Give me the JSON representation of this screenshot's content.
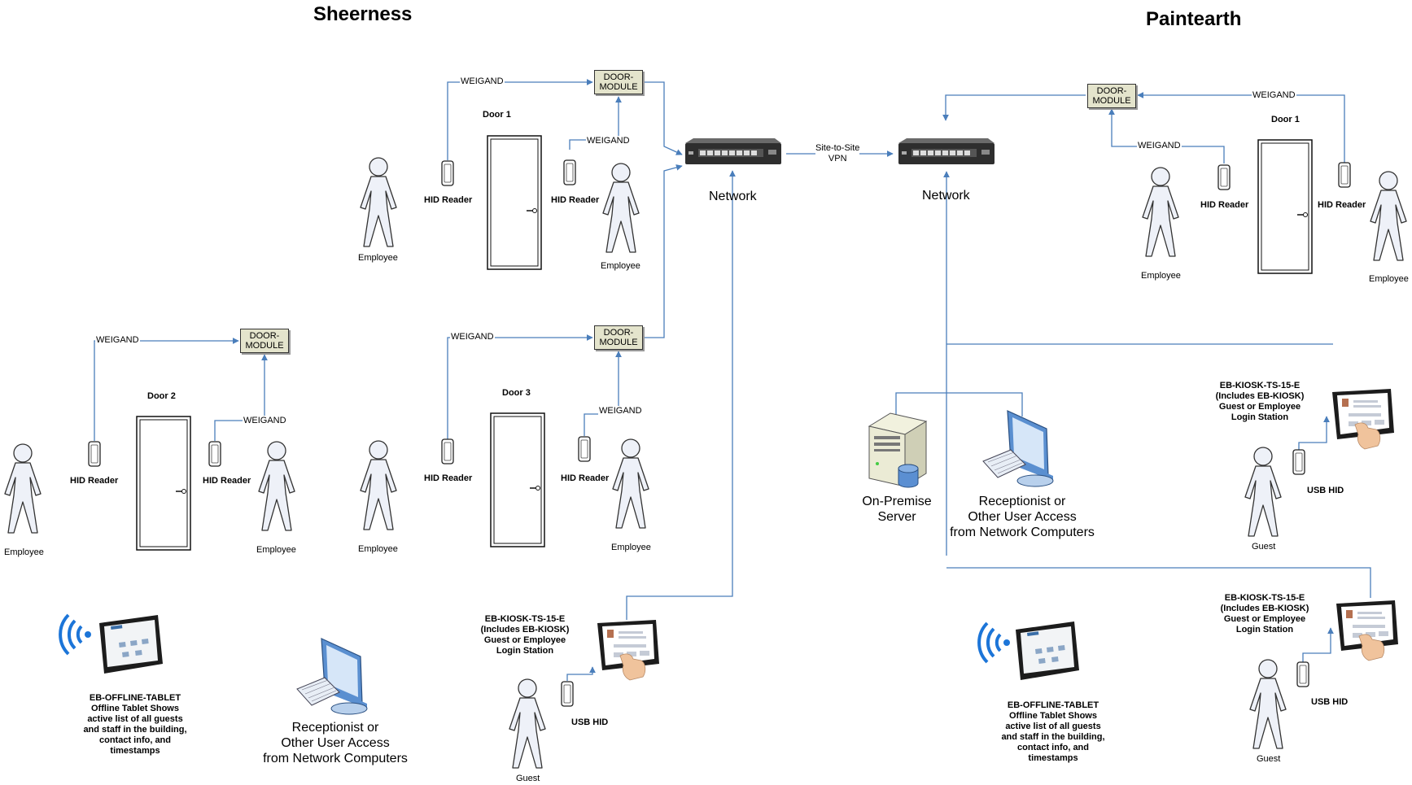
{
  "sites": {
    "left": "Sheerness",
    "right": "Paintearth"
  },
  "labels": {
    "door_module": "DOOR-\nMODULE",
    "weigand": "WEIGAND",
    "hid_reader": "HID Reader",
    "employee": "Employee",
    "guest": "Guest",
    "network": "Network",
    "vpn": "Site-to-Site\nVPN",
    "usb_hid": "USB HID",
    "door1": "Door 1",
    "door2": "Door 2",
    "door3": "Door 3",
    "kiosk": "EB-KIOSK-TS-15-E\n(Includes EB-KIOSK)\nGuest or Employee\nLogin Station",
    "offline_tablet": "EB-OFFLINE-TABLET\nOffline Tablet Shows\nactive list of all guests\nand staff in the building,\ncontact info, and\ntimestamps",
    "receptionist": "Receptionist or\nOther User Access\nfrom Network Computers",
    "server": "On-Premise\nServer"
  },
  "colors": {
    "line": "#4a7ebb",
    "module_fill": "#e4e4cc",
    "figure_fill": "#eef1f8"
  },
  "icons": [
    "person-icon",
    "door-icon",
    "hid-reader-icon",
    "network-switch-icon",
    "server-icon",
    "computer-icon",
    "tablet-icon",
    "wifi-icon",
    "kiosk-icon"
  ]
}
